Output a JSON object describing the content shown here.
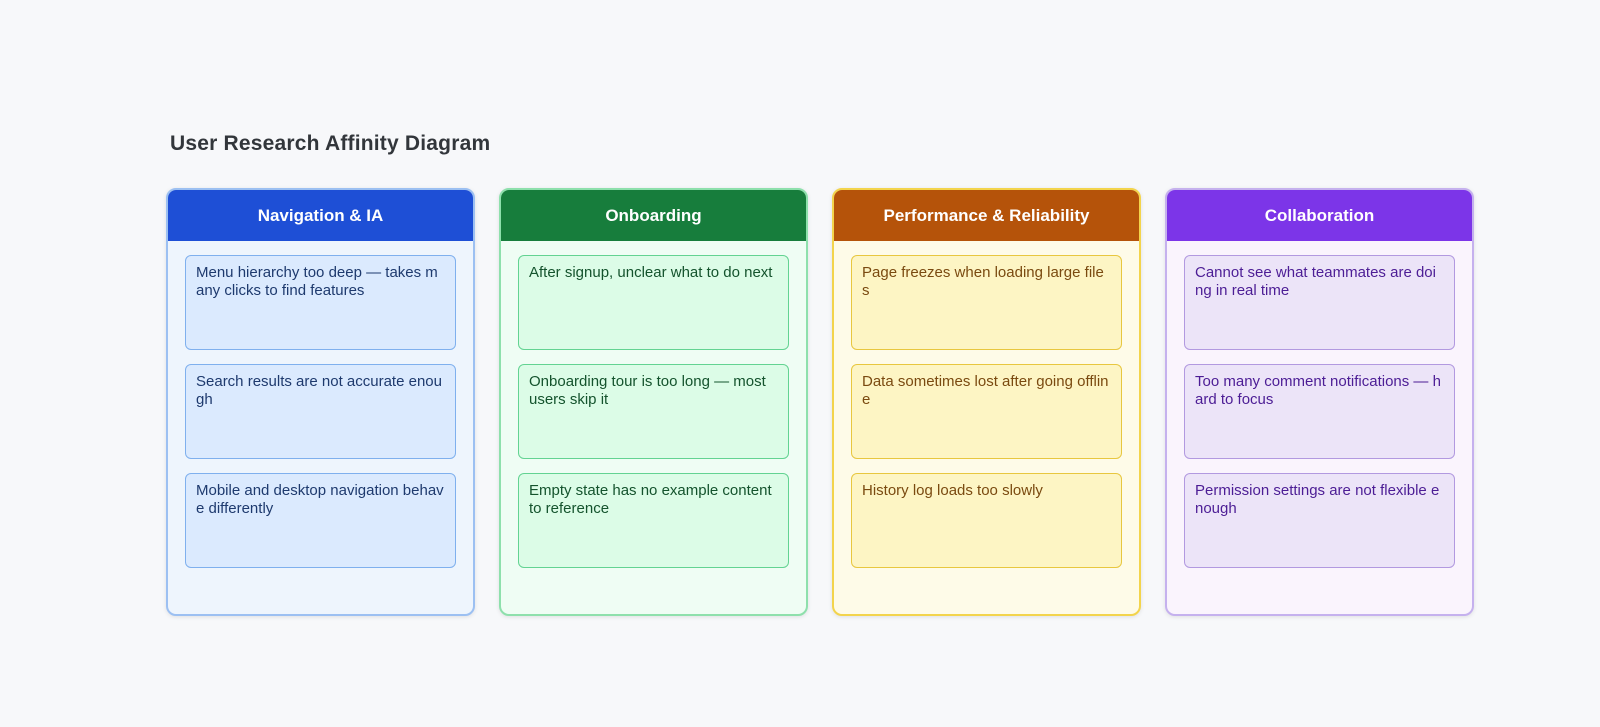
{
  "page": {
    "title": "User Research Affinity Diagram"
  },
  "columns": [
    {
      "id": "navigation-ia",
      "title": "Navigation & IA",
      "colors": {
        "header": "#1e4fd6",
        "column_border": "#9cc0f2",
        "body": "#eef5fd",
        "card_bg": "#dbeafe",
        "card_border": "#7fb0ee",
        "text": "#1e3a6e"
      },
      "cards": [
        "Menu hierarchy too deep — takes many clicks to find features",
        "Search results are not accurate enough",
        "Mobile and desktop navigation behave differently"
      ]
    },
    {
      "id": "onboarding",
      "title": "Onboarding",
      "colors": {
        "header": "#177d3c",
        "column_border": "#8ee0ac",
        "body": "#effdf4",
        "card_bg": "#dcfce7",
        "card_border": "#63d392",
        "text": "#14532d"
      },
      "cards": [
        "After signup, unclear what to do next",
        "Onboarding tour is too long — most users skip it",
        "Empty state has no example content to reference"
      ]
    },
    {
      "id": "performance-reliability",
      "title": "Performance & Reliability",
      "colors": {
        "header": "#b5530a",
        "column_border": "#f3d44c",
        "body": "#fefbe8",
        "card_bg": "#fdf5c4",
        "card_border": "#e8c73f",
        "text": "#7a4a10"
      },
      "cards": [
        "Page freezes when loading large files",
        "Data sometimes lost after going offline",
        "History log loads too slowly"
      ]
    },
    {
      "id": "collaboration",
      "title": "Collaboration",
      "colors": {
        "header": "#7c35e8",
        "column_border": "#c5b1ee",
        "body": "#faf4fd",
        "card_bg": "#ece4f8",
        "card_border": "#b299e0",
        "text": "#4c1d95"
      },
      "cards": [
        "Cannot see what teammates are doing in real time",
        "Too many comment notifications — hard to focus",
        "Permission settings are not flexible enough"
      ]
    }
  ]
}
